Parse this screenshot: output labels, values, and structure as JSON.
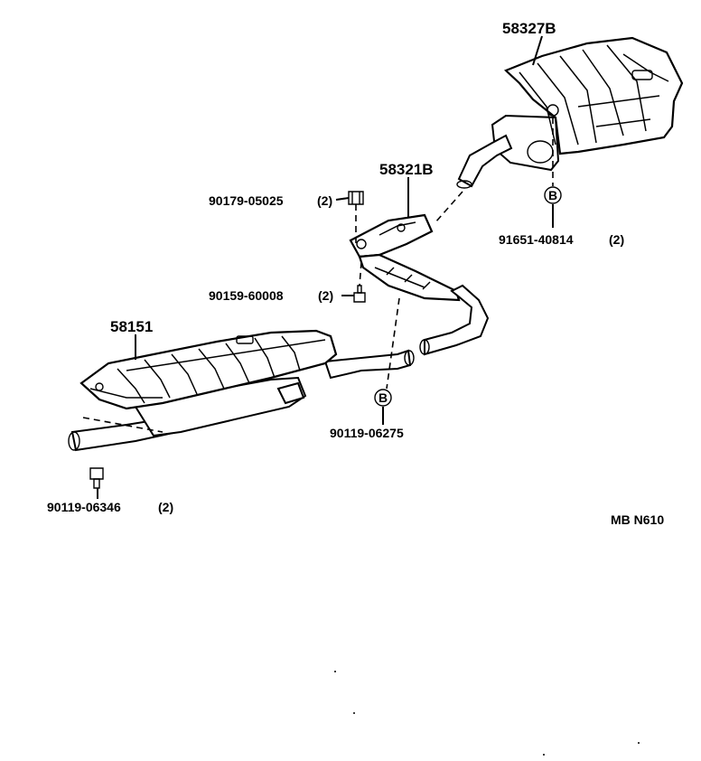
{
  "parts": {
    "heat_insulator_rear": "58327B",
    "bracket": "58321B",
    "heat_insulator_front": "58151",
    "nut_upper": "90179-05025",
    "nut_upper_qty": "(2)",
    "bolt_bracket": "90159-60008",
    "bolt_bracket_qty": "(2)",
    "clip_rear": "91651-40814",
    "clip_rear_qty": "(2)",
    "clip_center": "90119-06275",
    "bolt_front": "90119-06346",
    "bolt_front_qty": "(2)"
  },
  "diagram_code": "MB N610",
  "markers": {
    "clip_symbol": "B"
  }
}
